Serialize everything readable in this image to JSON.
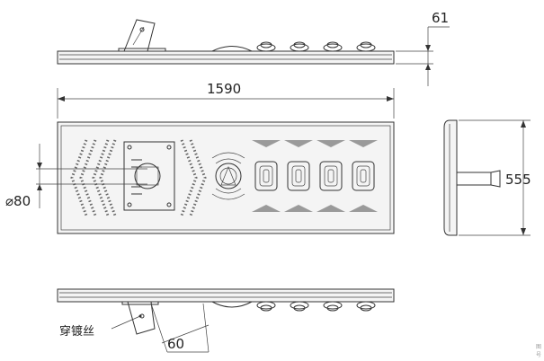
{
  "dimensions": {
    "height_top": "61",
    "length": "1590",
    "pole_diameter": "⌀80",
    "width_side": "555",
    "bracket_bottom": "60"
  },
  "labels": {
    "wire_note": "穿镀丝"
  },
  "footer_mark": [
    "图",
    "号"
  ]
}
